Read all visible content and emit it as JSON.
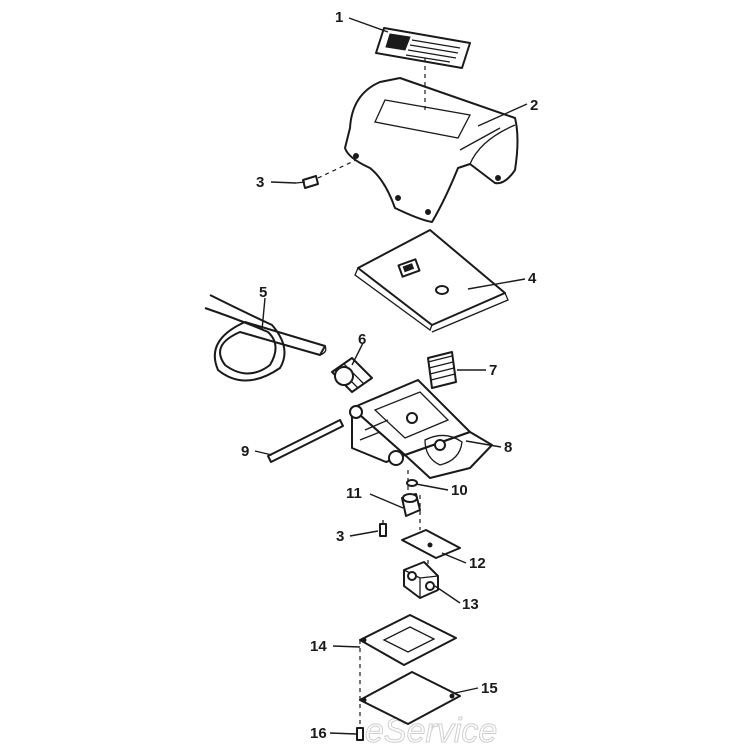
{
  "callouts": [
    {
      "label": "1"
    },
    {
      "label": "2"
    },
    {
      "label": "3"
    },
    {
      "label": "4"
    },
    {
      "label": "5"
    },
    {
      "label": "6"
    },
    {
      "label": "7"
    },
    {
      "label": "8"
    },
    {
      "label": "9"
    },
    {
      "label": "10"
    },
    {
      "label": "11"
    },
    {
      "label": "3"
    },
    {
      "label": "12"
    },
    {
      "label": "13"
    },
    {
      "label": "14"
    },
    {
      "label": "15"
    },
    {
      "label": "16"
    }
  ],
  "watermark": "eService",
  "colors": {
    "ink": "#1a1a1a",
    "background": "#ffffff",
    "watermark": "#cfcfcf"
  }
}
